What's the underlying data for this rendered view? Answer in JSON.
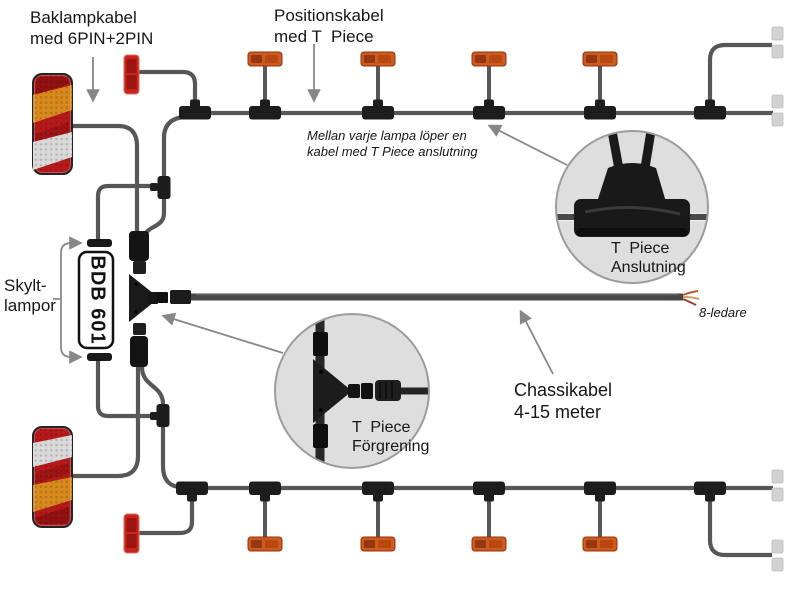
{
  "labels": {
    "baklampkabel": "Baklampkabel\nmed 6PIN+2PIN",
    "positionskabel": "Positionskabel\nmed T  Piece",
    "mellan_note": "Mellan varje lampa löper en\nkabel med T Piece anslutning",
    "inset_top": "T  Piece\nAnslutning",
    "skyltlampor": "Skylt-\nlampor",
    "license_plate": "BDB 601",
    "inset_mid": "T  Piece\nFörgrening",
    "chassikabel": "Chassikabel\n4-15 meter",
    "ledare": "8-ledare"
  },
  "colors": {
    "background": "#ffffff",
    "cable": "#575757",
    "chassis_cable": "#474747",
    "connector_black": "#1b1b1b",
    "marker_orange": "#cf5a1d",
    "marker_orange_segment": "#943712",
    "marker_red": "#c4261e",
    "lamp_red": "#b51a1a",
    "lamp_amber": "#d6891c",
    "lamp_white": "#d9d9d9",
    "inset_fill": "#dedede",
    "inset_border": "#9c9c9c",
    "arrow_gray": "#878787",
    "text": "#161616",
    "end_connector_white": "#d2d2d2"
  },
  "components": {
    "tail_lamps": 2,
    "license_plate_lamps": 2,
    "top_row": {
      "t_pieces": 6,
      "orange_side_markers": 4,
      "red_front_markers": 1,
      "white_end_connectors": 2
    },
    "bottom_row": {
      "t_pieces": 6,
      "orange_side_markers": 4,
      "red_front_markers": 1,
      "white_end_connectors": 2
    },
    "insets": [
      "T Piece Anslutning",
      "T Piece Förgrening"
    ]
  }
}
